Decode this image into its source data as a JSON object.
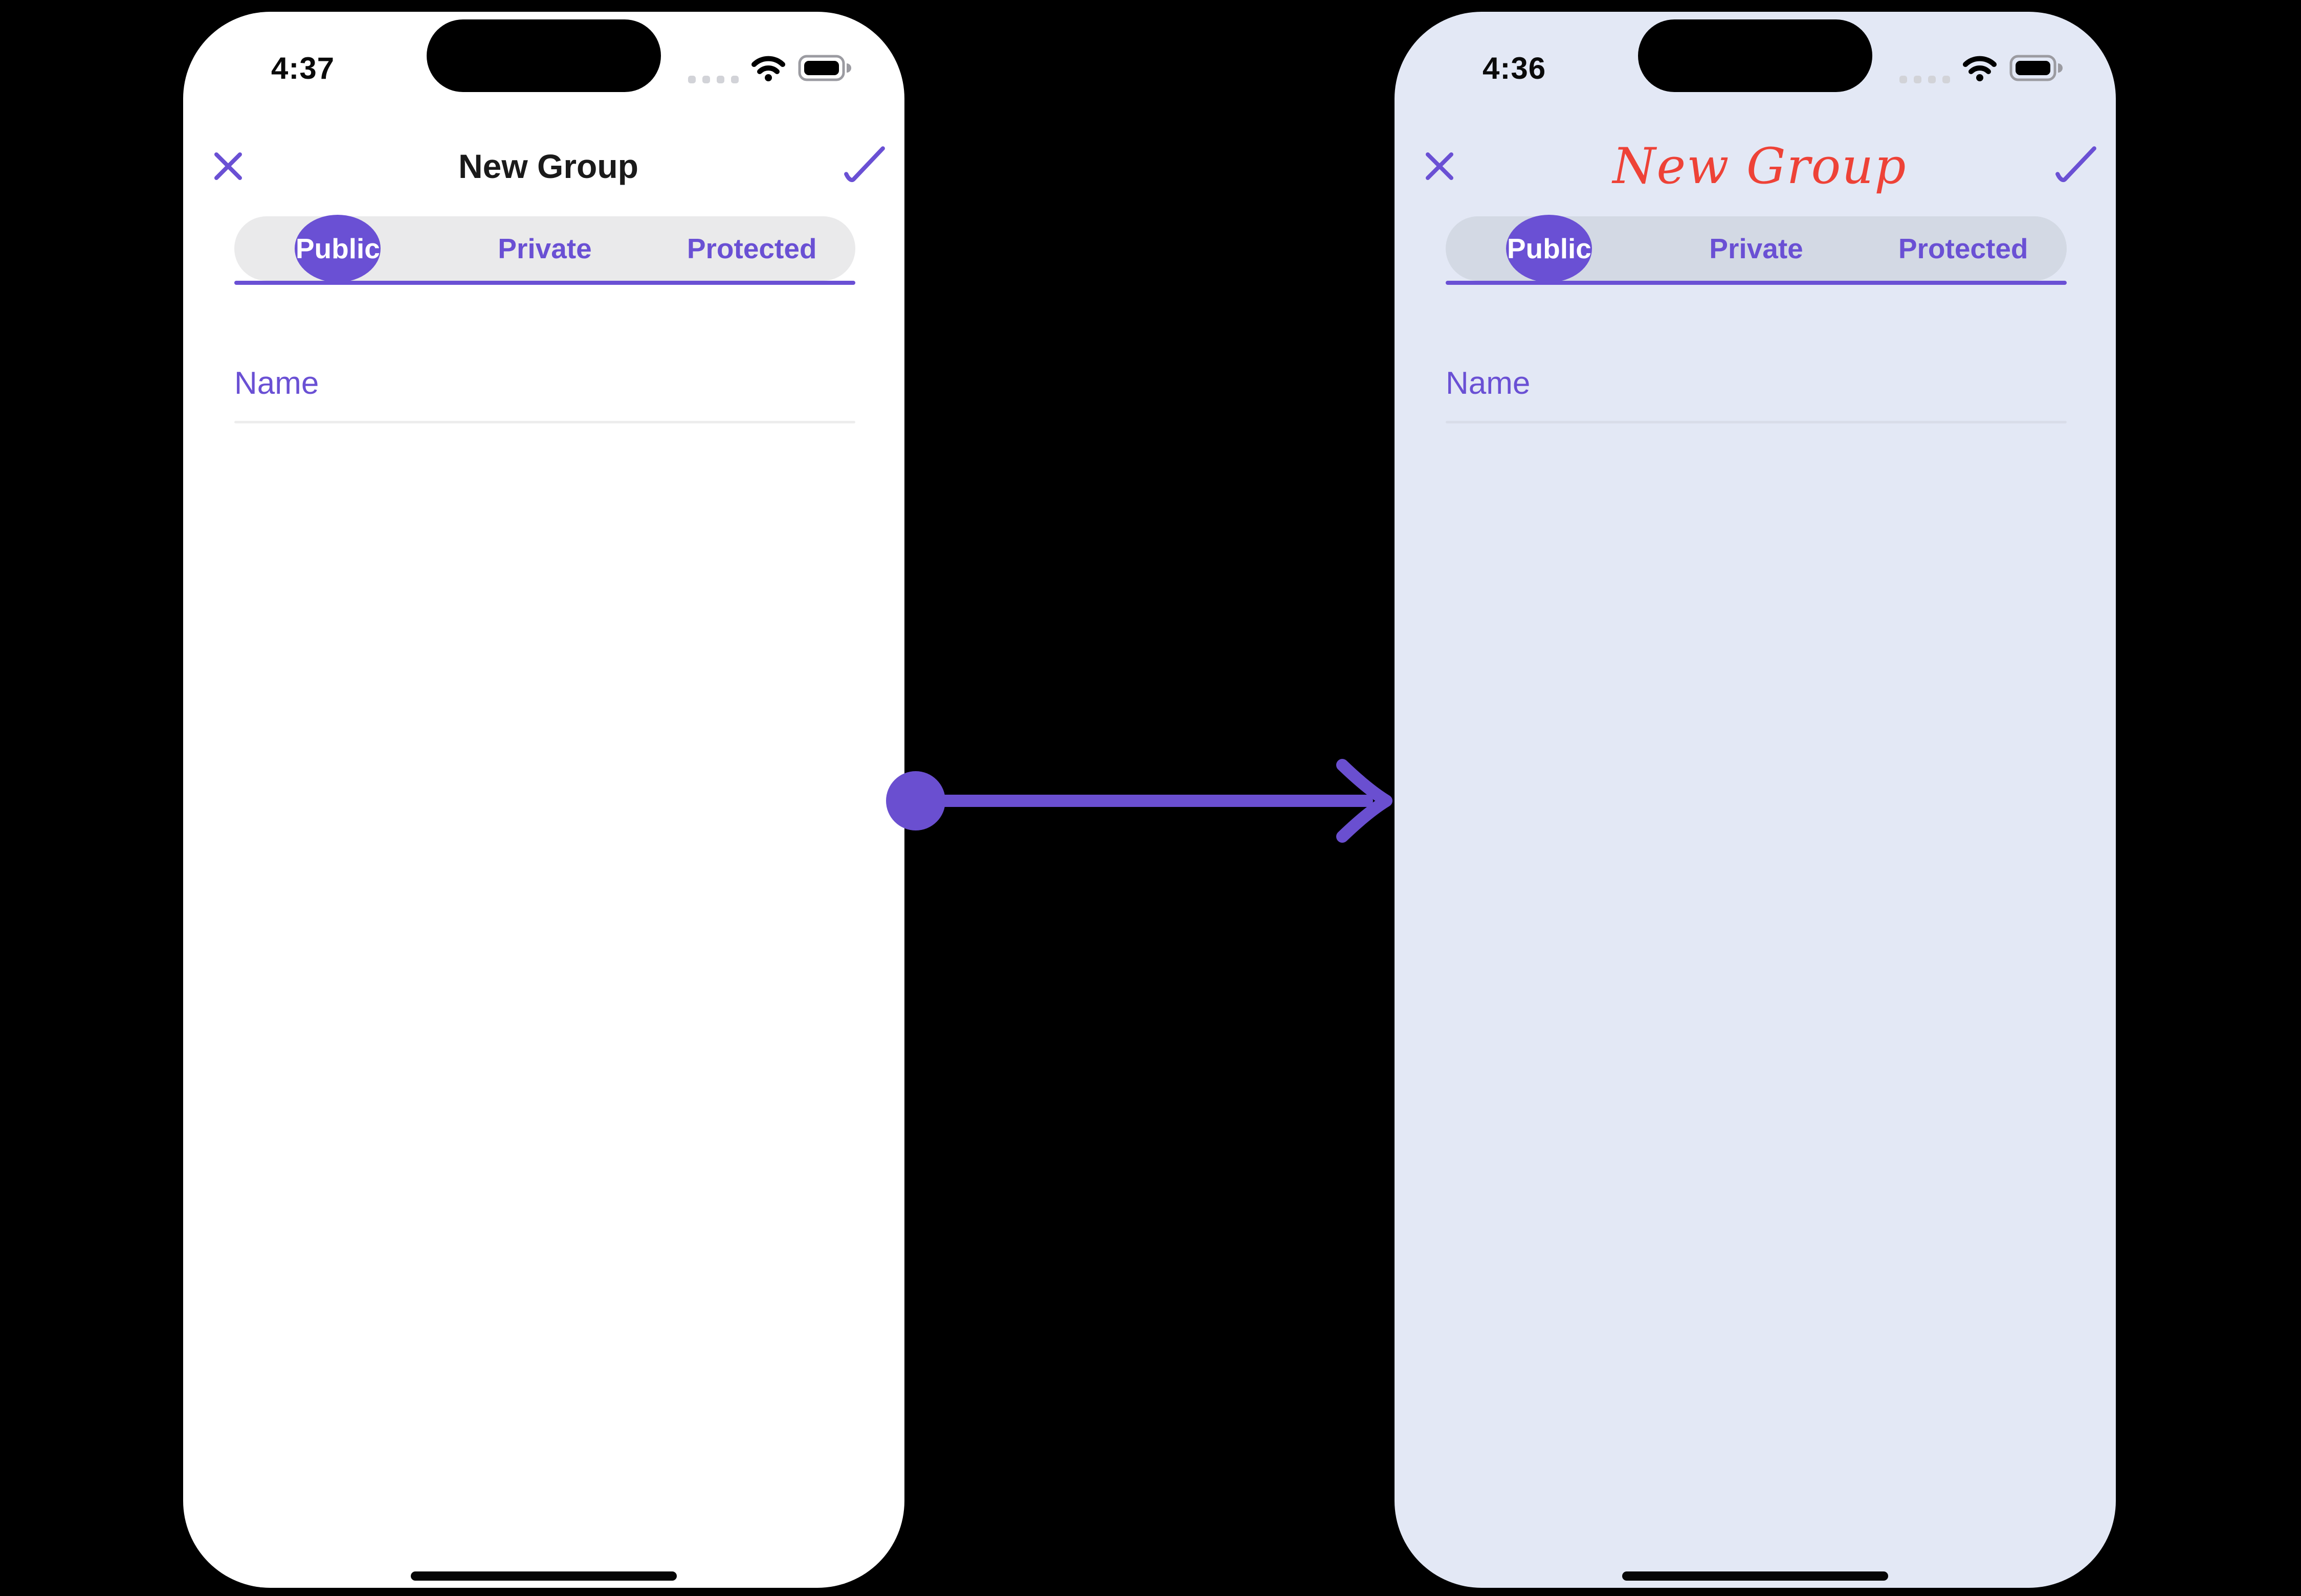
{
  "scene": {
    "background": "#000000",
    "arrow_color": "#6a4fd0",
    "arrow_icon": "right-arrow-with-origin-dot"
  },
  "left_phone": {
    "theme": {
      "bg": "#ffffff",
      "accent": "#6a50d4",
      "title_color": "#1a1a1a",
      "tab_bar_bg": "#eaeaeb",
      "divider": "#ededed",
      "title_style": "plain"
    },
    "status": {
      "time": "4:37",
      "icons": [
        "cellular-signal-dots-icon",
        "wifi-icon",
        "battery-full-icon"
      ]
    },
    "header": {
      "title": "New Group",
      "close_icon": "close-x",
      "confirm_icon": "checkmark"
    },
    "tabs": [
      {
        "label": "Public",
        "selected": true
      },
      {
        "label": "Private",
        "selected": false
      },
      {
        "label": "Protected",
        "selected": false
      }
    ],
    "form": {
      "name_placeholder": "Name",
      "name_value": ""
    }
  },
  "right_phone": {
    "theme": {
      "bg": "#e3e8f5",
      "accent": "#6a50d4",
      "title_color": "#ee4237",
      "tab_bar_bg": "#d3d9e4",
      "divider": "#d9dde9",
      "title_style": "script"
    },
    "status": {
      "time": "4:36",
      "icons": [
        "cellular-signal-dots-icon",
        "wifi-icon",
        "battery-full-icon"
      ]
    },
    "header": {
      "title": "New Group",
      "close_icon": "close-x",
      "confirm_icon": "checkmark"
    },
    "tabs": [
      {
        "label": "Public",
        "selected": true
      },
      {
        "label": "Private",
        "selected": false
      },
      {
        "label": "Protected",
        "selected": false
      }
    ],
    "form": {
      "name_placeholder": "Name",
      "name_value": ""
    }
  }
}
